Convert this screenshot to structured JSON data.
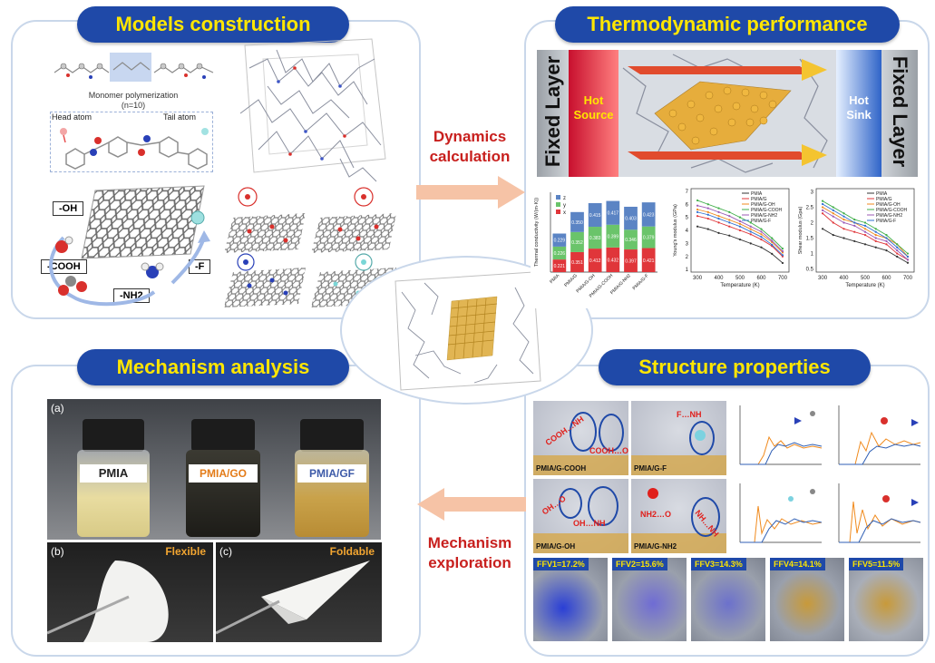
{
  "sections": {
    "models": "Models construction",
    "thermo": "Thermodynamic performance",
    "mechanism": "Mechanism analysis",
    "structure": "Structure properties"
  },
  "flow": {
    "dynamics_line1": "Dynamics",
    "dynamics_line2": "calculation",
    "mechanism_line1": "Mechanism",
    "mechanism_line2": "exploration"
  },
  "models": {
    "monomer_line1": "Monomer polymerization",
    "monomer_line2": "(n=10)",
    "head_atom": "Head atom",
    "tail_atom": "Tail atom",
    "groups": [
      "-OH",
      "-COOH",
      "-NH2",
      "-F"
    ]
  },
  "thermo": {
    "fixed_left": "Fixed Layer",
    "fixed_right": "Fixed Layer",
    "hot_source_1": "Hot",
    "hot_source_2": "Source",
    "hot_sink_1": "Hot",
    "hot_sink_2": "Sink"
  },
  "chart_data": [
    {
      "type": "bar",
      "ylabel": "Thermal conductivity (W/(m·K))",
      "categories": [
        "PMIA",
        "PMIA/G",
        "PMIA/G-OH",
        "PMIA/G-COOH",
        "PMIA/G-NH2",
        "PMIA/G-F"
      ],
      "series": [
        {
          "name": "x",
          "values": [
            0.221,
            0.351,
            0.412,
            0.432,
            0.397,
            0.421
          ]
        },
        {
          "name": "y",
          "values": [
            0.226,
            0.352,
            0.383,
            0.399,
            0.346,
            0.379
          ]
        },
        {
          "name": "z",
          "values": [
            0.229,
            0.35,
            0.415,
            0.417,
            0.403,
            0.423
          ]
        }
      ],
      "colors": [
        "#e0363a",
        "#6ac46a",
        "#5b84c4"
      ]
    },
    {
      "type": "line",
      "xlabel": "Temperature (K)",
      "ylabel": "Young's modulus (GPa)",
      "x": [
        300,
        350,
        400,
        450,
        500,
        550,
        600,
        650,
        700
      ],
      "xticks": [
        300,
        400,
        500,
        600,
        700
      ],
      "yticks": [
        1,
        2,
        3,
        4,
        5,
        6,
        7
      ],
      "xlim": [
        270,
        730
      ],
      "ylim": [
        0.8,
        7.2
      ],
      "legend": [
        "PMIA",
        "PMIA/G",
        "PMIA/G-OH",
        "PMIA/G-COOH",
        "PMIA/G-NH2",
        "PMIA/G-F"
      ],
      "series": [
        {
          "values": [
            4.3,
            4.1,
            3.8,
            3.6,
            3.3,
            3.0,
            2.7,
            2.2,
            1.5
          ]
        },
        {
          "values": [
            5.1,
            4.9,
            4.6,
            4.3,
            4.0,
            3.7,
            3.3,
            2.8,
            2.0
          ]
        },
        {
          "values": [
            5.6,
            5.4,
            5.1,
            4.8,
            4.5,
            4.1,
            3.7,
            3.1,
            2.3
          ]
        },
        {
          "values": [
            6.3,
            6.0,
            5.7,
            5.4,
            5.0,
            4.6,
            4.1,
            3.4,
            2.6
          ]
        },
        {
          "values": [
            5.9,
            5.7,
            5.4,
            5.1,
            4.7,
            4.3,
            3.9,
            3.2,
            2.4
          ]
        },
        {
          "values": [
            5.4,
            5.2,
            4.9,
            4.6,
            4.3,
            3.9,
            3.5,
            2.9,
            2.1
          ]
        }
      ],
      "colors": [
        "#333333",
        "#e0363a",
        "#f08a1d",
        "#3fae49",
        "#9b59b6",
        "#2f6fd0"
      ]
    },
    {
      "type": "line",
      "xlabel": "Temperature (K)",
      "ylabel": "Shear modulus (Gpa)",
      "x": [
        300,
        350,
        400,
        450,
        500,
        550,
        600,
        650,
        700
      ],
      "xticks": [
        300,
        400,
        500,
        600,
        700
      ],
      "yticks": [
        0.5,
        1.0,
        1.5,
        2.0,
        2.5,
        3.0
      ],
      "xlim": [
        270,
        730
      ],
      "ylim": [
        0.4,
        3.1
      ],
      "legend": [
        "PMIA",
        "PMIA/G",
        "PMIA/G-OH",
        "PMIA/G-COOH",
        "PMIA/G-NH2",
        "PMIA/G-F"
      ],
      "series": [
        {
          "values": [
            1.8,
            1.6,
            1.5,
            1.4,
            1.3,
            1.2,
            1.1,
            0.9,
            0.7
          ]
        },
        {
          "values": [
            2.3,
            2.0,
            1.8,
            1.7,
            1.6,
            1.4,
            1.3,
            1.0,
            0.8
          ]
        },
        {
          "values": [
            2.5,
            2.3,
            2.1,
            2.0,
            1.8,
            1.6,
            1.5,
            1.3,
            0.9
          ]
        },
        {
          "values": [
            2.7,
            2.5,
            2.3,
            2.1,
            2.0,
            1.8,
            1.6,
            1.3,
            1.0
          ]
        },
        {
          "values": [
            2.4,
            2.2,
            2.0,
            1.9,
            1.7,
            1.5,
            1.4,
            1.1,
            0.8
          ]
        },
        {
          "values": [
            2.6,
            2.4,
            2.2,
            2.0,
            1.9,
            1.7,
            1.5,
            1.2,
            0.9
          ]
        }
      ],
      "colors": [
        "#333333",
        "#e0363a",
        "#f08a1d",
        "#3fae49",
        "#9b59b6",
        "#2f6fd0"
      ]
    }
  ],
  "mechanism": {
    "vials": [
      "PMIA",
      "PMIA/GO",
      "PMIA/GF"
    ],
    "vial_label_colors": [
      "#222222",
      "#e37b18",
      "#3d5aa8"
    ],
    "photo_a": "(a)",
    "photo_b": "(b)",
    "photo_c": "(c)",
    "flexible": "Flexible",
    "foldable": "Foldable"
  },
  "structure": {
    "snapshots": [
      {
        "label": "PMIA/G-COOH",
        "bonds": [
          "COOH…NH",
          "COOH…O"
        ]
      },
      {
        "label": "PMIA/G-F",
        "bonds": [
          "F…NH"
        ]
      },
      {
        "label": "PMIA/G-OH",
        "bonds": [
          "OH…O",
          "OH…NH"
        ]
      },
      {
        "label": "PMIA/G-NH2",
        "bonds": [
          "NH2…O",
          "NH…NH"
        ]
      }
    ],
    "ffv": [
      "FFV1=17.2%",
      "FFV2=15.6%",
      "FFV3=14.3%",
      "FFV4=14.1%",
      "FFV5=11.5%"
    ]
  }
}
